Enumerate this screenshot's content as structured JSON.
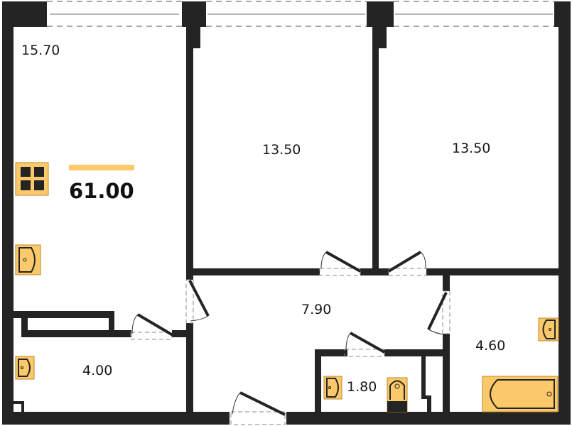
{
  "colors": {
    "wall": "#242424",
    "fixture": "#FBC96A",
    "dash": "#8a8a8a",
    "accent": "#FBC96A"
  },
  "apartment": {
    "total_area": "61.00"
  },
  "rooms": [
    {
      "id": "kitchen-living",
      "area": "15.70"
    },
    {
      "id": "bedroom-1",
      "area": "13.50"
    },
    {
      "id": "bedroom-2",
      "area": "13.50"
    },
    {
      "id": "hallway",
      "area": "7.90"
    },
    {
      "id": "laundry-storage",
      "area": "4.00"
    },
    {
      "id": "bathroom",
      "area": "4.60"
    },
    {
      "id": "toilet",
      "area": "1.80"
    }
  ],
  "fixtures": [
    "stove-icon",
    "sink-icon",
    "washbasin-icon",
    "toilet-icon",
    "bathtub-icon"
  ]
}
